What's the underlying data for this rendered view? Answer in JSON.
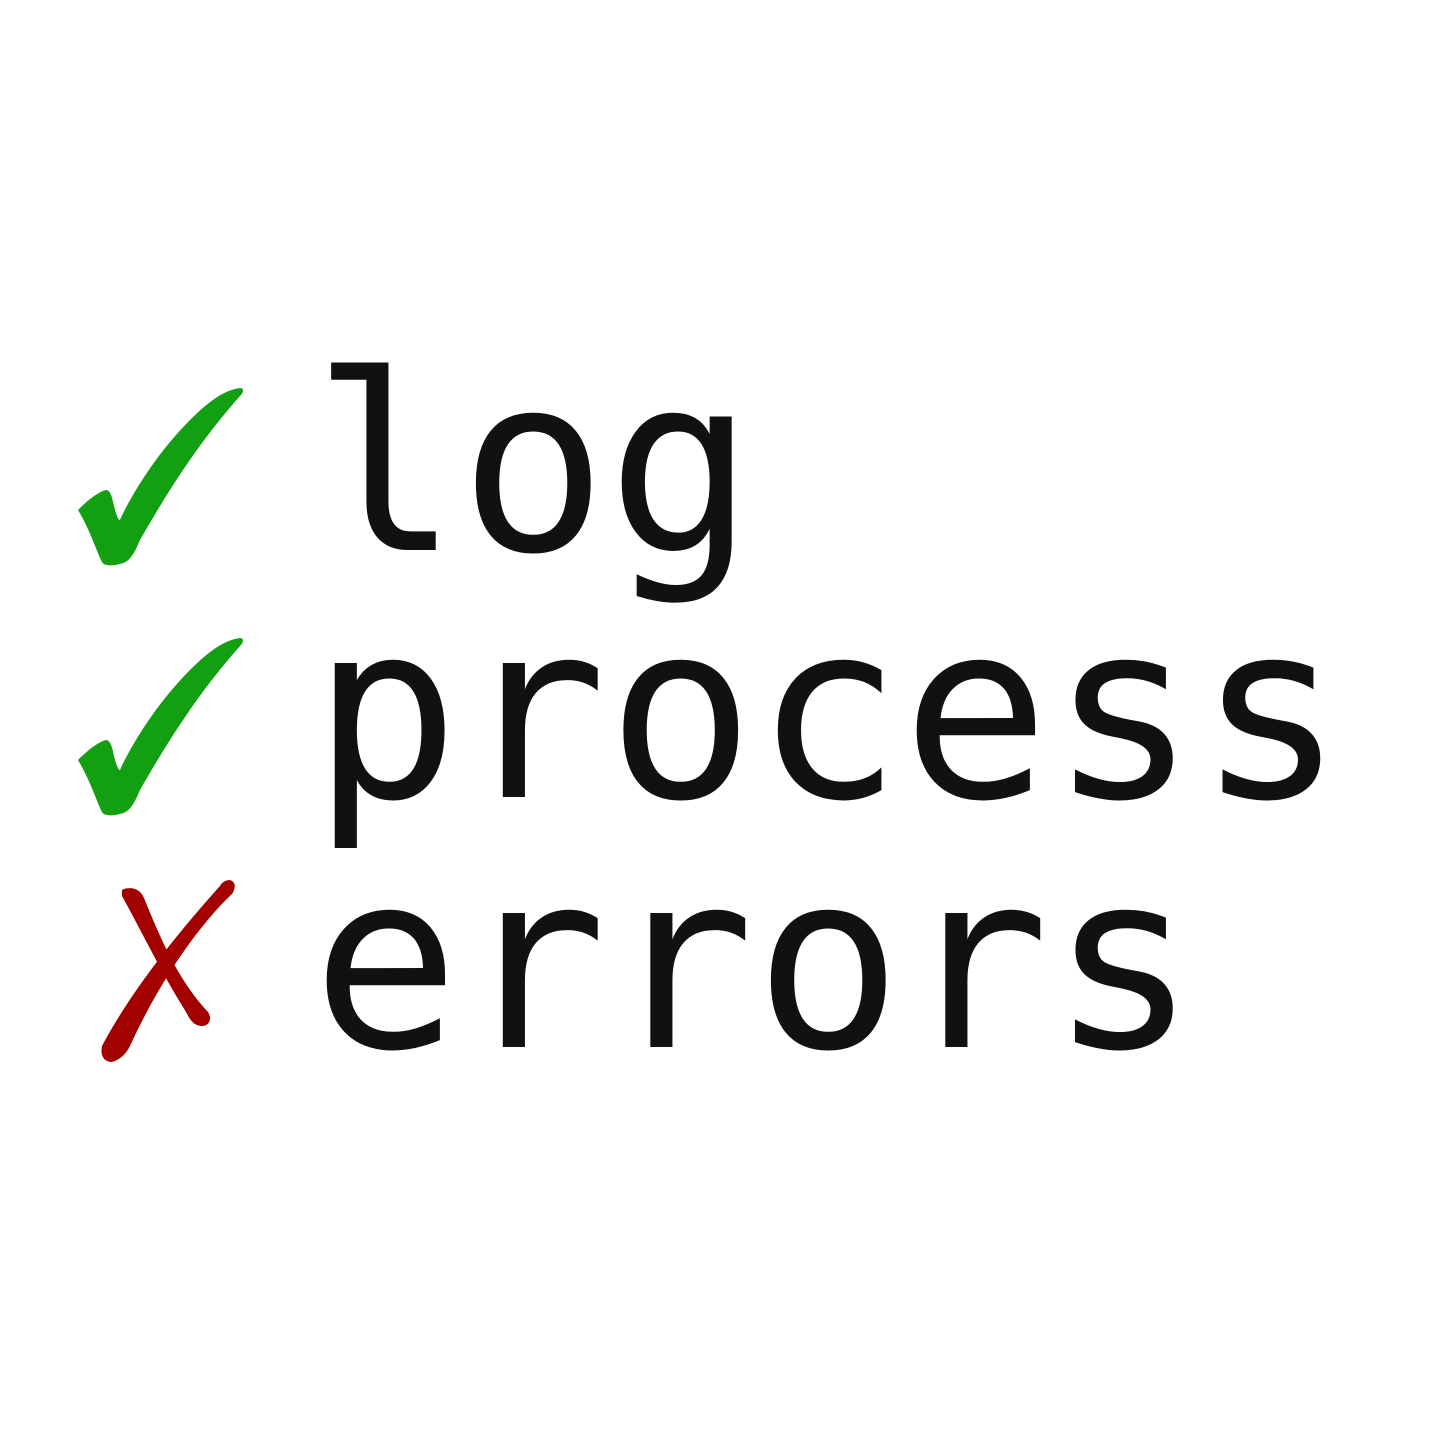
{
  "items": [
    {
      "label": "log",
      "status": "done",
      "icon": "checkmark-icon",
      "color": "#12a012"
    },
    {
      "label": "process",
      "status": "done",
      "icon": "checkmark-icon",
      "color": "#12a012"
    },
    {
      "label": "errors",
      "status": "failed",
      "icon": "cross-icon",
      "color": "#a30000"
    }
  ]
}
